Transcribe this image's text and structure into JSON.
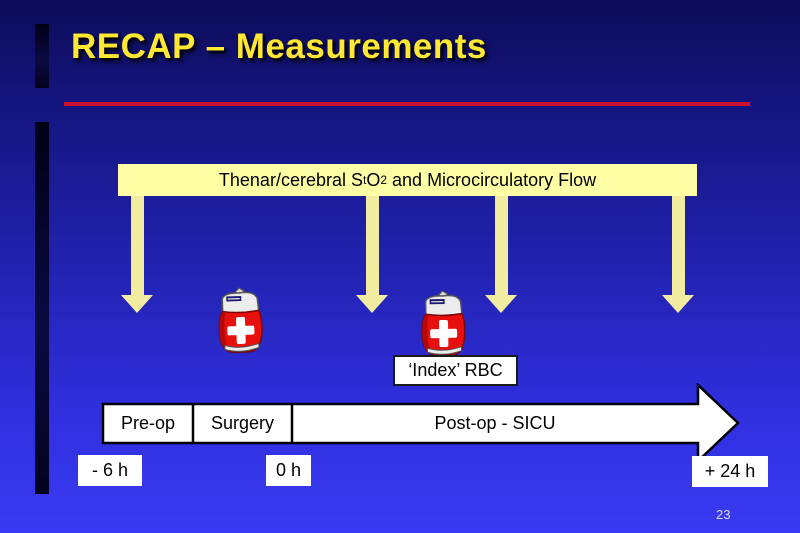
{
  "slide": {
    "title": "RECAP – Measurements",
    "page_number": "23"
  },
  "banner": {
    "part1": "Thenar/cerebral S",
    "sub1": "t",
    "part2": "O",
    "sub2": "2",
    "part3": " and Microcirculatory Flow"
  },
  "index_rbc": {
    "label": "‘Index’ RBC"
  },
  "timeline": {
    "phases": [
      {
        "label": "Pre-op"
      },
      {
        "label": "Surgery"
      },
      {
        "label": "Post-op - SICU"
      }
    ],
    "time_markers": [
      {
        "label": "- 6 h"
      },
      {
        "label": "0 h"
      },
      {
        "label": "+ 24 h"
      }
    ]
  },
  "colors": {
    "background_top": "#0c0c58",
    "background_bottom": "#3a3af2",
    "title_yellow": "#ffe832",
    "accent_line_red": "#ce1130",
    "banner_yellow": "#ffffa6",
    "arrow_yellow": "#f1eca0",
    "bag_red": "#e8100c"
  }
}
